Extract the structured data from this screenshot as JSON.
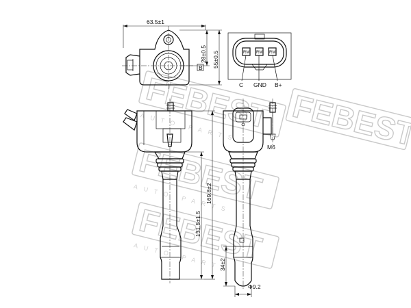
{
  "drawing": {
    "dimensions": {
      "top_width": "63.5±1",
      "upper_height": "28±0.5",
      "body_height": "55±0.5",
      "overall_length": "169.8±2",
      "shaft_length": "131.5±1.5",
      "tip_length": "34±2",
      "tip_diameter": "Φ9.2",
      "thread": "M6"
    },
    "connector": {
      "pins": [
        "C",
        "GND",
        "B+"
      ],
      "pin_codes": [
        "RM",
        "RM",
        "RM"
      ]
    },
    "top_view_marker": "B",
    "watermark": {
      "brand": "FEBEST",
      "subtext": "AUTO PARTS"
    }
  }
}
